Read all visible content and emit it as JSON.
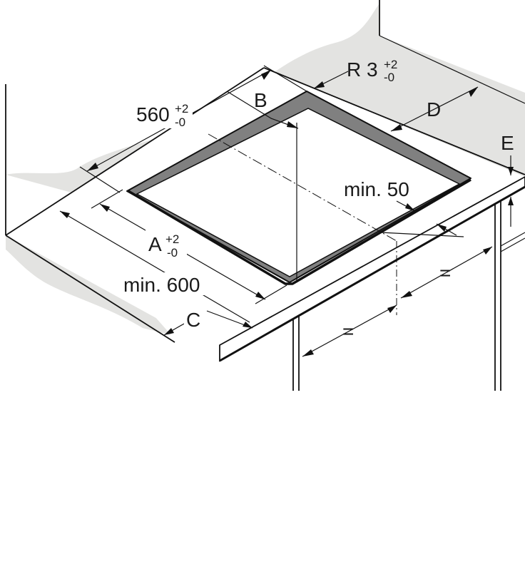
{
  "diagram": {
    "labels": {
      "width_main": "560",
      "width_tol_plus": "+2",
      "width_tol_minus": "-0",
      "radius_main": "R 3",
      "radius_tol_plus": "+2",
      "radius_tol_minus": "-0",
      "b": "B",
      "d": "D",
      "e": "E",
      "min_50": "min. 50",
      "a_main": "A",
      "a_tol_plus": "+2",
      "a_tol_minus": "-0",
      "min_600": "min. 600",
      "c": "C",
      "equal_1": "=",
      "equal_2": "="
    },
    "colors": {
      "wall_shade": "#e3e3e1",
      "cutout_border": "#808080",
      "lines": "#111111"
    }
  }
}
